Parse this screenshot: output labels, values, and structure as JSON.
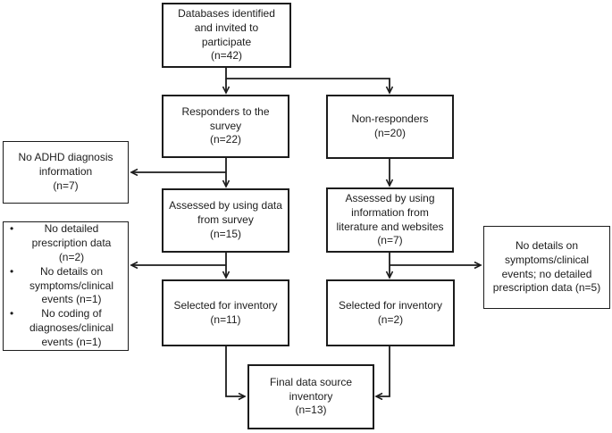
{
  "diagram": {
    "type": "flowchart",
    "description": "Data source selection flow diagram",
    "bullet_glyph": "•"
  },
  "colors": {
    "ink": "#1c1c1c",
    "box_border": "#1c1c1c",
    "background": "#ffffff"
  },
  "nodes": {
    "databases": {
      "lines": [
        "Databases identified",
        "and invited to",
        "participate",
        "(n=42)"
      ]
    },
    "responders": {
      "lines": [
        "Responders to the",
        "survey",
        "(n=22)"
      ]
    },
    "non_responders": {
      "lines": [
        "Non-responders",
        "(n=20)"
      ]
    },
    "no_adhd": {
      "lines": [
        "No ADHD diagnosis",
        "information",
        "(n=7)"
      ]
    },
    "assessed_survey": {
      "lines": [
        "Assessed by using data",
        "from survey",
        "(n=15)"
      ]
    },
    "assessed_literature": {
      "lines": [
        "Assessed by using",
        "information from",
        "literature and websites",
        "(n=7)"
      ]
    },
    "exclusions_survey": {
      "items": [
        {
          "lines": [
            "No detailed",
            "prescription data",
            "(n=2)"
          ]
        },
        {
          "lines": [
            "No details on",
            "symptoms/clinical",
            "events (n=1)"
          ]
        },
        {
          "lines": [
            "No coding of",
            "diagnoses/clinical",
            "events (n=1)"
          ]
        }
      ]
    },
    "exclusions_literature": {
      "lines": [
        "No details on",
        "symptoms/clinical",
        "events; no detailed",
        "prescription data (n=5)"
      ]
    },
    "selected_survey": {
      "lines": [
        "Selected for inventory",
        "(n=11)"
      ]
    },
    "selected_literature": {
      "lines": [
        "Selected for inventory",
        "(n=2)"
      ]
    },
    "final": {
      "lines": [
        "Final data source",
        "inventory",
        "(n=13)"
      ]
    }
  }
}
